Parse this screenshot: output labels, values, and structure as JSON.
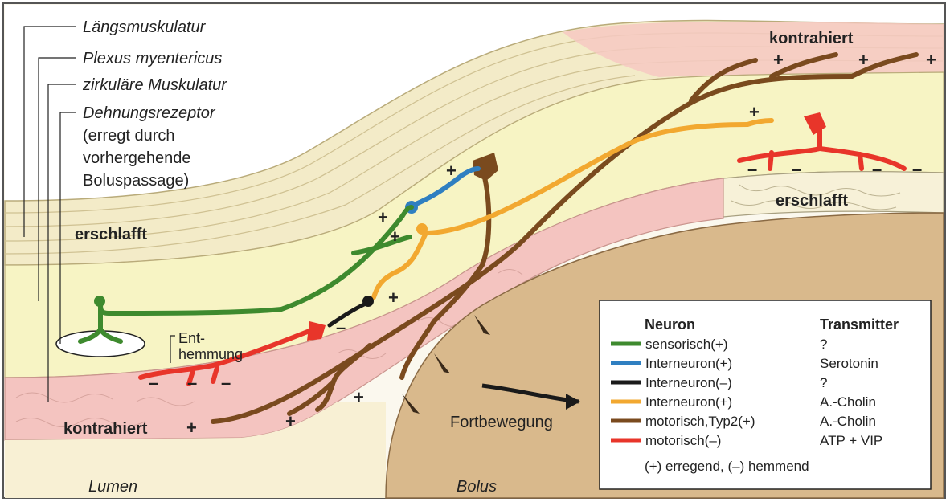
{
  "labels": {
    "laengsmuskulatur": "Längsmuskulatur",
    "plexus": "Plexus myentericus",
    "zirkulaer": "zirkuläre Muskulatur",
    "dehnung1": "Dehnungsrezeptor",
    "dehnung2": "(erregt durch",
    "dehnung3": "vorhergehende",
    "dehnung4": "Boluspassage)",
    "kontrahiert_top": "kontrahiert",
    "erschlafft_right": "erschlafft",
    "erschlafft_left": "erschlafft",
    "kontrahiert_bottom": "kontrahiert",
    "enthemmung1": "Ent-",
    "enthemmung2": "hemmung",
    "fortbewegung": "Fortbewegung",
    "lumen": "Lumen",
    "bolus": "Bolus",
    "plus": "+",
    "minus": "–"
  },
  "legend": {
    "header_neuron": "Neuron",
    "header_transmitter": "Transmitter",
    "rows": [
      {
        "color": "#3e8a2e",
        "neuron": "sensorisch(+)",
        "transmitter": "?"
      },
      {
        "color": "#2f7fc1",
        "neuron": "Interneuron(+)",
        "transmitter": "Serotonin"
      },
      {
        "color": "#1a1a1a",
        "neuron": "Interneuron(–)",
        "transmitter": "?"
      },
      {
        "color": "#f2a830",
        "neuron": "Interneuron(+)",
        "transmitter": "A.-Cholin"
      },
      {
        "color": "#7a4a1e",
        "neuron": "motorisch,Typ2(+)",
        "transmitter": "A.-Cholin"
      },
      {
        "color": "#e8352a",
        "neuron": "motorisch(–)",
        "transmitter": "ATP + VIP"
      }
    ],
    "note": "(+) erregend, (–) hemmend"
  },
  "colors": {
    "sensory": "#3e8a2e",
    "interneuron_plus_blue": "#2f7fc1",
    "interneuron_minus": "#1a1a1a",
    "interneuron_plus_orange": "#f2a830",
    "motor_type2": "#7a4a1e",
    "motor_minus": "#e8352a",
    "bolus": "#d9b98c",
    "muscle_pink": "#f4c4c0",
    "plexus_yellow": "#f7f3c0",
    "longitudinal": "#f4ecc8"
  }
}
